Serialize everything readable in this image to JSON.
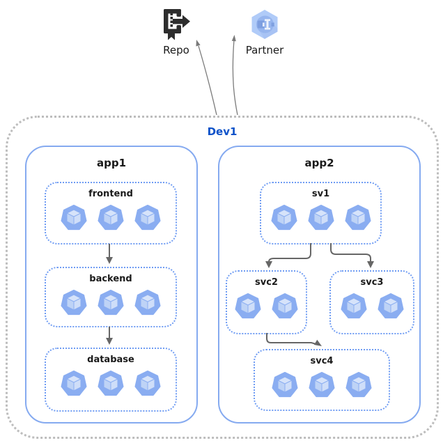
{
  "external_nodes": [
    {
      "id": "repo",
      "label": "Repo",
      "icon": "repo-icon"
    },
    {
      "id": "partner",
      "label": "Partner",
      "icon": "partner-interconnect-icon"
    }
  ],
  "cluster": {
    "label": "Dev1",
    "apps": [
      {
        "label": "app1",
        "services": [
          {
            "label": "frontend",
            "pods": 3
          },
          {
            "label": "backend",
            "pods": 3
          },
          {
            "label": "database",
            "pods": 3
          }
        ]
      },
      {
        "label": "app2",
        "services": [
          {
            "label": "sv1",
            "pods": 3
          },
          {
            "label": "svc2",
            "pods": 2
          },
          {
            "label": "svc3",
            "pods": 2
          },
          {
            "label": "svc4",
            "pods": 3
          }
        ]
      }
    ]
  },
  "connections": [
    {
      "from": "frontend",
      "to": "backend"
    },
    {
      "from": "backend",
      "to": "database"
    },
    {
      "from": "sv1",
      "to": "svc2"
    },
    {
      "from": "sv1",
      "to": "svc3"
    },
    {
      "from": "svc2",
      "to": "svc4"
    },
    {
      "from": "Dev1",
      "to": "Repo"
    },
    {
      "from": "Dev1",
      "to": "Partner"
    }
  ],
  "colors": {
    "cluster_border": "#bdbdbd",
    "app_border": "#85aaf0",
    "service_border": "#6f9cf3",
    "cluster_label": "#0d52c9",
    "label": "#1a1a1a",
    "arrow": "#666666",
    "ext_arrow": "#7a7a7a",
    "pod_fill": "#8aadf1",
    "pod_top": "#d6e3fa",
    "pod_left": "#bed3f6",
    "pod_right": "#cfdef9"
  }
}
